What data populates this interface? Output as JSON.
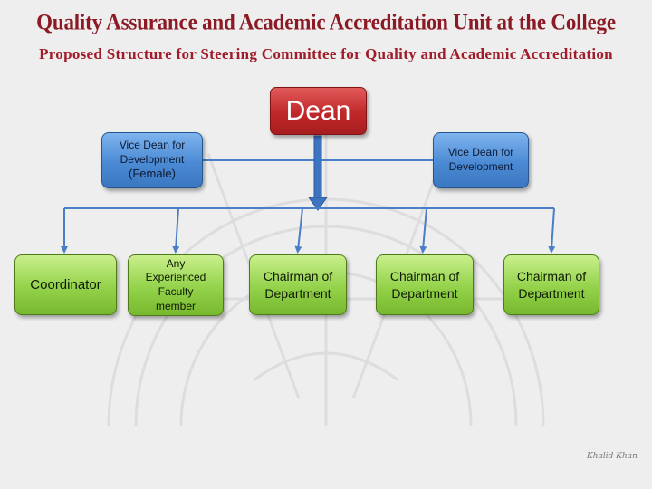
{
  "header": {
    "title": "Quality Assurance and Academic Accreditation Unit at the College",
    "subtitle": "Proposed Structure for Steering Committee for Quality and Academic Accreditation"
  },
  "org_chart": {
    "dean": {
      "label": "Dean"
    },
    "vice_dean_left": {
      "line1": "Vice Dean for",
      "line2": "Development",
      "line3": "(Female)"
    },
    "vice_dean_right": {
      "line1": "Vice Dean for",
      "line2": "Development"
    },
    "members": [
      {
        "lines": [
          "Coordinator"
        ]
      },
      {
        "lines": [
          "Any",
          "Experienced",
          "Faculty",
          "member"
        ]
      },
      {
        "lines": [
          "Chairman of",
          "Department"
        ]
      },
      {
        "lines": [
          "Chairman of",
          "Department"
        ]
      },
      {
        "lines": [
          "Chairman of",
          "Department"
        ]
      }
    ]
  },
  "colors": {
    "background": "#eeeeee",
    "title": "#8b1a24",
    "dean_box": "#c0282a",
    "vice_dean_box": "#4b8ad4",
    "member_box": "#93d24a",
    "connector": "#4a7fc8"
  },
  "signature": "Khalid Khan"
}
